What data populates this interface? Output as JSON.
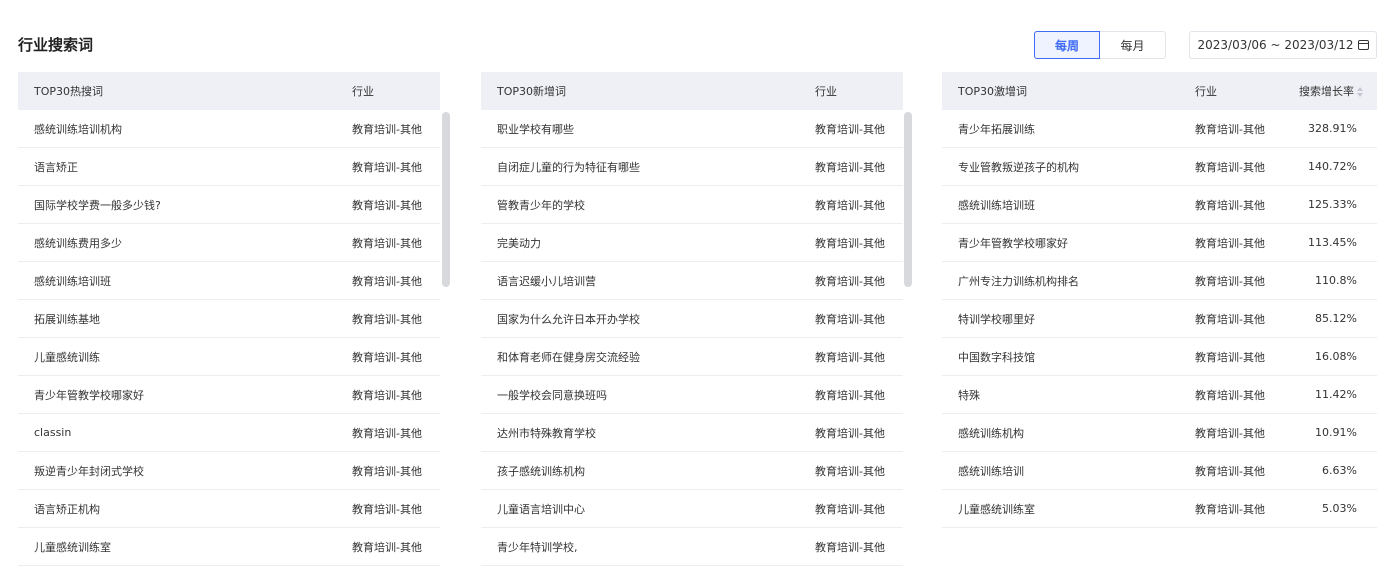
{
  "page": {
    "title": "行业搜索词"
  },
  "period": {
    "weekly": "每周",
    "monthly": "每月",
    "selected": "weekly"
  },
  "date_range": {
    "text": "2023/03/06 ~ 2023/03/12"
  },
  "colors": {
    "accent": "#3f6bf5",
    "header_bg": "#eef0f5",
    "active_bg": "#eef3ff"
  },
  "icons": {
    "calendar": "calendar-icon",
    "sort": "sort-icon"
  },
  "hot_table": {
    "headers": {
      "word": "TOP30热搜词",
      "industry": "行业"
    },
    "rows": [
      {
        "word": "感统训练培训机构",
        "industry": "教育培训-其他"
      },
      {
        "word": "语言矫正",
        "industry": "教育培训-其他"
      },
      {
        "word": "国际学校学费一般多少钱?",
        "industry": "教育培训-其他"
      },
      {
        "word": "感统训练费用多少",
        "industry": "教育培训-其他"
      },
      {
        "word": "感统训练培训班",
        "industry": "教育培训-其他"
      },
      {
        "word": "拓展训练基地",
        "industry": "教育培训-其他"
      },
      {
        "word": "儿童感统训练",
        "industry": "教育培训-其他"
      },
      {
        "word": "青少年管教学校哪家好",
        "industry": "教育培训-其他"
      },
      {
        "word": "classin",
        "industry": "教育培训-其他"
      },
      {
        "word": "叛逆青少年封闭式学校",
        "industry": "教育培训-其他"
      },
      {
        "word": "语言矫正机构",
        "industry": "教育培训-其他"
      },
      {
        "word": "儿童感统训练室",
        "industry": "教育培训-其他"
      }
    ]
  },
  "new_table": {
    "headers": {
      "word": "TOP30新增词",
      "industry": "行业"
    },
    "rows": [
      {
        "word": "职业学校有哪些",
        "industry": "教育培训-其他"
      },
      {
        "word": "自闭症儿童的行为特征有哪些",
        "industry": "教育培训-其他"
      },
      {
        "word": "管教青少年的学校",
        "industry": "教育培训-其他"
      },
      {
        "word": "完美动力",
        "industry": "教育培训-其他"
      },
      {
        "word": "语言迟缓小儿培训营",
        "industry": "教育培训-其他"
      },
      {
        "word": "国家为什么允许日本开办学校",
        "industry": "教育培训-其他"
      },
      {
        "word": "和体育老师在健身房交流经验",
        "industry": "教育培训-其他"
      },
      {
        "word": "一般学校会同意换班吗",
        "industry": "教育培训-其他"
      },
      {
        "word": "达州市特殊教育学校",
        "industry": "教育培训-其他"
      },
      {
        "word": "孩子感统训练机构",
        "industry": "教育培训-其他"
      },
      {
        "word": "儿童语言培训中心",
        "industry": "教育培训-其他"
      },
      {
        "word": "青少年特训学校,",
        "industry": "教育培训-其他"
      }
    ]
  },
  "surge_table": {
    "headers": {
      "word": "TOP30激增词",
      "industry": "行业",
      "rate": "搜索增长率"
    },
    "rows": [
      {
        "word": "青少年拓展训练",
        "industry": "教育培训-其他",
        "rate": "328.91%"
      },
      {
        "word": "专业管教叛逆孩子的机构",
        "industry": "教育培训-其他",
        "rate": "140.72%"
      },
      {
        "word": "感统训练培训班",
        "industry": "教育培训-其他",
        "rate": "125.33%"
      },
      {
        "word": "青少年管教学校哪家好",
        "industry": "教育培训-其他",
        "rate": "113.45%"
      },
      {
        "word": "广州专注力训练机构排名",
        "industry": "教育培训-其他",
        "rate": "110.8%"
      },
      {
        "word": "特训学校哪里好",
        "industry": "教育培训-其他",
        "rate": "85.12%"
      },
      {
        "word": "中国数字科技馆",
        "industry": "教育培训-其他",
        "rate": "16.08%"
      },
      {
        "word": "特殊",
        "industry": "教育培训-其他",
        "rate": "11.42%"
      },
      {
        "word": "感统训练机构",
        "industry": "教育培训-其他",
        "rate": "10.91%"
      },
      {
        "word": "感统训练培训",
        "industry": "教育培训-其他",
        "rate": "6.63%"
      },
      {
        "word": "儿童感统训练室",
        "industry": "教育培训-其他",
        "rate": "5.03%"
      }
    ]
  }
}
